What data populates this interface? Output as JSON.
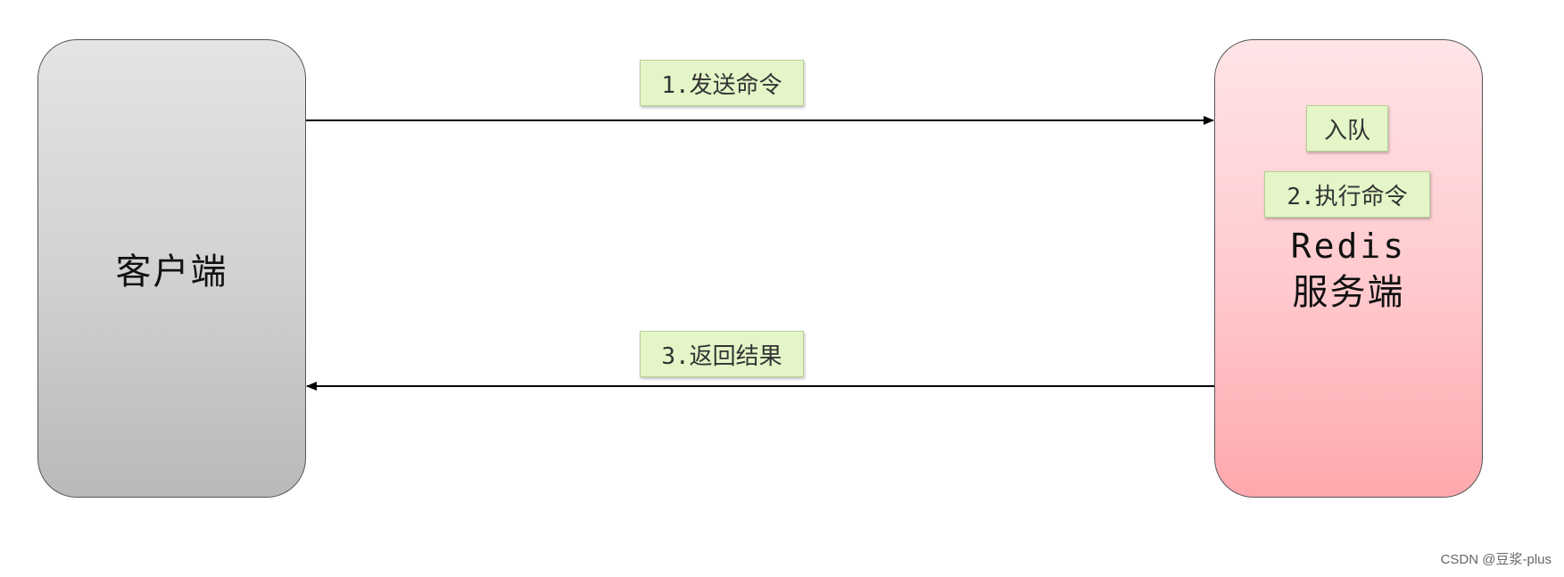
{
  "client": {
    "label": "客户端"
  },
  "server": {
    "title_line1": "Redis",
    "title_line2": "服务端"
  },
  "steps": {
    "send": "1.发送命令",
    "enqueue": "入队",
    "execute": "2.执行命令",
    "result": "3.返回结果"
  },
  "watermark": "CSDN @豆浆-plus",
  "colors": {
    "client_fill": "#d2d2d4",
    "server_fill": "#ffc9cd",
    "tag_fill": "#e4f6c8"
  }
}
